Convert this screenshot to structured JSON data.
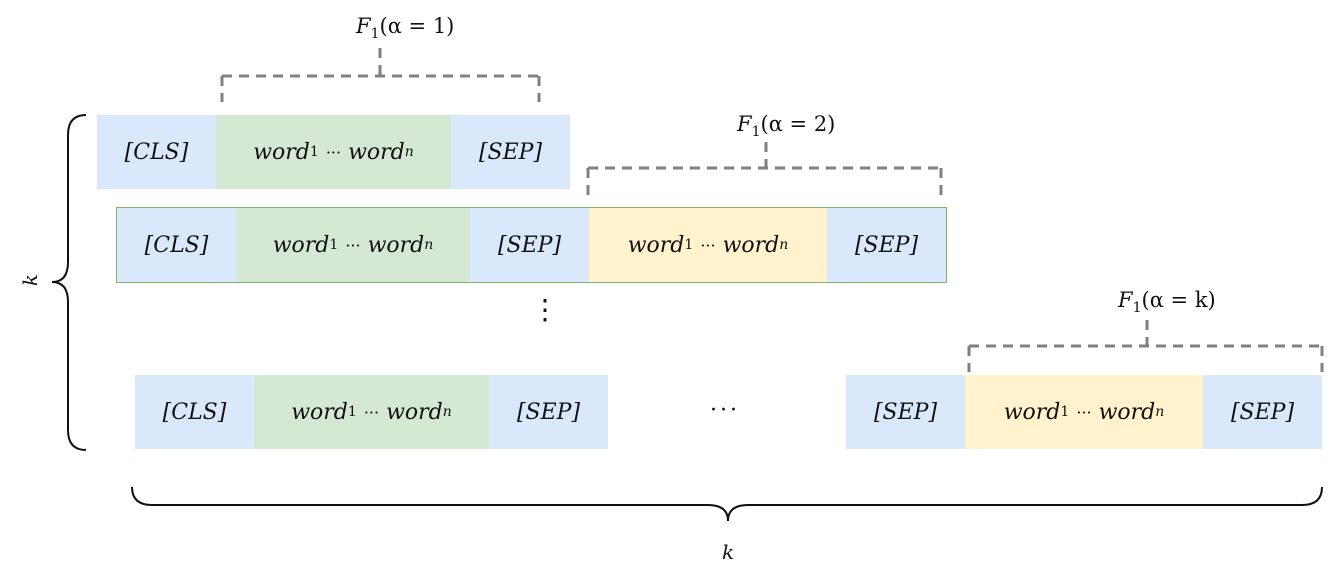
{
  "token_cls": "[CLS]",
  "token_sep": "[SEP]",
  "word_start": "word",
  "word_start_sub": "1",
  "middle_dots": "···",
  "word_end": "word",
  "word_end_sub": "n",
  "f_label_prefix": "F",
  "f_label_sub": "1",
  "f_alpha_1": "(α = 1)",
  "f_alpha_2": "(α = 2)",
  "f_alpha_k": "(α = k)",
  "k_vertical": "k",
  "k_horizontal": "k",
  "vertical_ellipsis": "⋮",
  "horizontal_ellipsis": "···",
  "colors": {
    "cls_sep": "#dae8fc",
    "segment_1": "#d5e8d4",
    "segment_2": "#fff2cc",
    "dashed_bracket": "#808080"
  }
}
